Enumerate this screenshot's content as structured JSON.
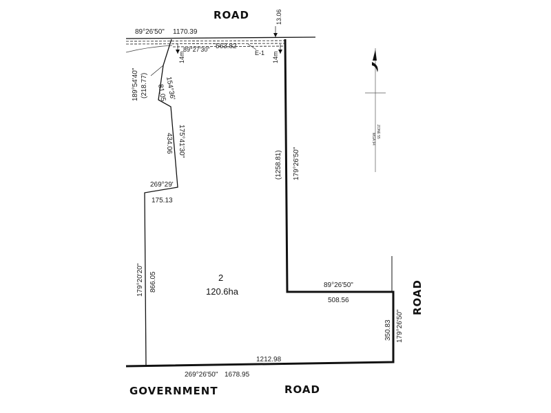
{
  "roads": {
    "top": "ROAD",
    "right": "ROAD",
    "bottom_left": "GOVERNMENT",
    "bottom_right": "ROAD"
  },
  "lot": {
    "number": "2",
    "area": "120.6ha"
  },
  "labels": {
    "top_bearing": "89°26'50\"",
    "top_distance": "1170.39",
    "offset_top": "13.06",
    "easement_bearing": "89°27'30\"",
    "easement_distance": "563.82",
    "easement_tag": "E-1",
    "width_left": "14m",
    "width_right": "14m",
    "arc_bearing": "189°54'40\"",
    "arc_distance": "(218.77)",
    "seg_bearing_1": "154°36'",
    "seg_distance_1": "81.05",
    "seg_bearing_2": "175°41'30\"",
    "seg_distance_2": "434.06",
    "step_bearing": "269°29'",
    "step_distance": "175.13",
    "left_bearing": "179°20'20\"",
    "left_distance": "866.05",
    "east_distance": "(1258.81)",
    "east_bearing": "179°26'50\"",
    "inner_bearing": "89°26'50\"",
    "inner_distance": "508.56",
    "south_east_distance": "350.83",
    "south_east_bearing": "179°26'50\"",
    "bottom_distance_right": "1212.98",
    "bottom_bearing": "269°26'50\"",
    "bottom_distance": "1678.95"
  },
  "north_arrow": {
    "datum": "MGA 94",
    "zone": "ZONE 55"
  },
  "colors": {
    "line": "#111111",
    "background": "#ffffff"
  }
}
